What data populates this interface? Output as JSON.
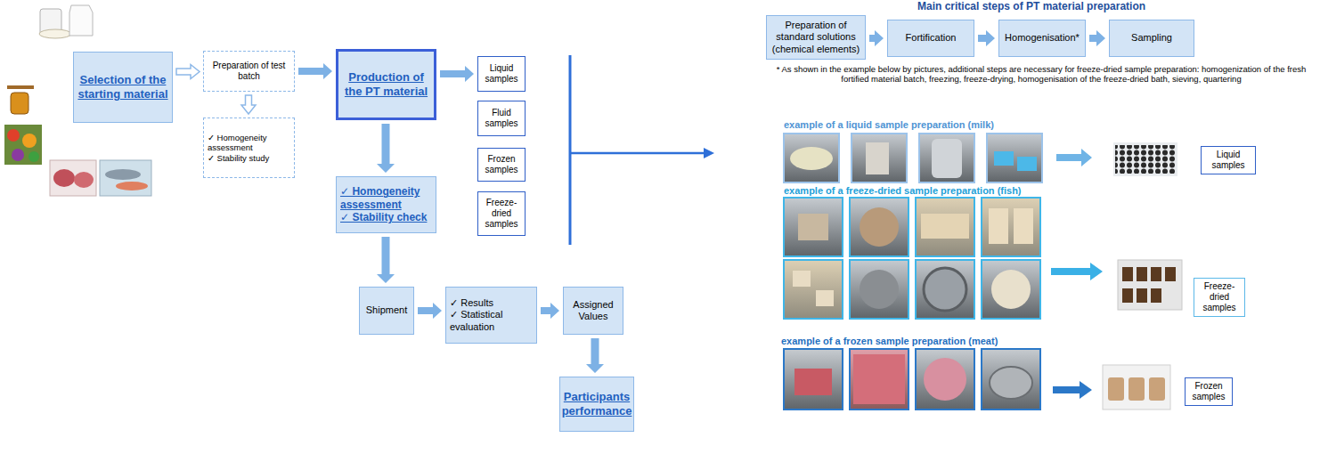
{
  "diagram": {
    "title": "Main critical steps of PT material preparation",
    "nodes": [
      {
        "text": [
          "Selection of the starting material"
        ]
      },
      {
        "text": [
          "Preparation of test batch"
        ]
      },
      {
        "text": [
          "✓ Homogeneity assessment",
          "✓ Stability study"
        ]
      },
      {
        "text": [
          "Production of the PT material"
        ]
      },
      {
        "text": [
          "Liquid samples"
        ]
      },
      {
        "text": [
          "Fluid samples"
        ]
      },
      {
        "text": [
          "Frozen samples"
        ]
      },
      {
        "text": [
          "Freeze-dried samples"
        ]
      },
      {
        "text": [
          "✓ Homogeneity assessment",
          "✓ Stability check"
        ]
      },
      {
        "text": [
          "Shipment"
        ]
      },
      {
        "text": [
          "✓ Results",
          "✓ Statistical evaluation"
        ]
      },
      {
        "text": [
          "Assigned Values"
        ]
      },
      {
        "text": [
          "Participants performance"
        ]
      },
      {
        "text": [
          "Preparation of standard solutions (chemical elements)"
        ]
      },
      {
        "text": [
          "Fortification"
        ]
      },
      {
        "text": [
          "Homogenisation*"
        ]
      },
      {
        "text": [
          "Sampling"
        ]
      },
      {
        "text": [
          "Liquid samples"
        ]
      },
      {
        "text": [
          "Freeze-dried samples"
        ]
      },
      {
        "text": [
          "Frozen samples"
        ]
      }
    ],
    "edges": [
      {
        "from": 0,
        "to": 1,
        "arrow": "to"
      },
      {
        "from": 1,
        "to": 2,
        "arrow": "to"
      },
      {
        "from": 1,
        "to": 3,
        "arrow": "to"
      },
      {
        "from": 3,
        "to": 4,
        "arrow": "to"
      },
      {
        "from": 3,
        "to": 8,
        "arrow": "to"
      },
      {
        "from": 8,
        "to": 9,
        "arrow": "to"
      },
      {
        "from": 9,
        "to": 10,
        "arrow": "to"
      },
      {
        "from": 10,
        "to": 11,
        "arrow": "to"
      },
      {
        "from": 11,
        "to": 12,
        "arrow": "to"
      },
      {
        "from": 13,
        "to": 14,
        "arrow": "to"
      },
      {
        "from": 14,
        "to": 15,
        "arrow": "to"
      },
      {
        "from": 15,
        "to": 16,
        "arrow": "to"
      }
    ],
    "labels": [
      "* As shown in the example below by pictures, additional steps are necessary for freeze-dried sample preparation: homogenization of the fresh fortified material batch, freezing, freeze-drying, homogenisation of the freeze-dried bath, sieving, quartering",
      "example of a liquid sample preparation (milk)",
      "example of a freeze-dried sample preparation (fish)",
      "example of a frozen sample preparation (meat)"
    ]
  }
}
